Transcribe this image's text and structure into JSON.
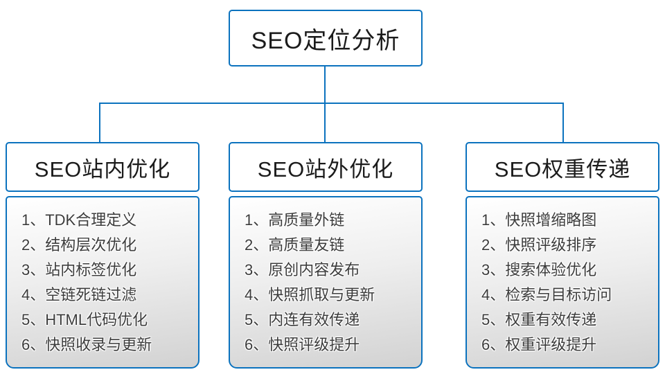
{
  "colors": {
    "accent": "#0b72be",
    "heading_text": "#1b1b1b",
    "item_text": "#3c3c3c",
    "list_top": "#ffffff",
    "list_bottom": "#d2d2d2"
  },
  "root": {
    "title": "SEO定位分析"
  },
  "branches": [
    {
      "title": "SEO站内优化",
      "items": [
        "1、TDK合理定义",
        "2、结构层次优化",
        "3、站内标签优化",
        "4、空链死链过滤",
        "5、HTML代码优化",
        "6、快照收录与更新"
      ]
    },
    {
      "title": "SEO站外优化",
      "items": [
        "1、高质量外链",
        "2、高质量友链",
        "3、原创内容发布",
        "4、快照抓取与更新",
        "5、内连有效传递",
        "6、快照评级提升"
      ]
    },
    {
      "title": "SEO权重传递",
      "items": [
        "1、快照增缩略图",
        "2、快照评级排序",
        "3、搜索体验优化",
        "4、检索与目标访问",
        "5、权重有效传递",
        "6、权重评级提升"
      ]
    }
  ]
}
